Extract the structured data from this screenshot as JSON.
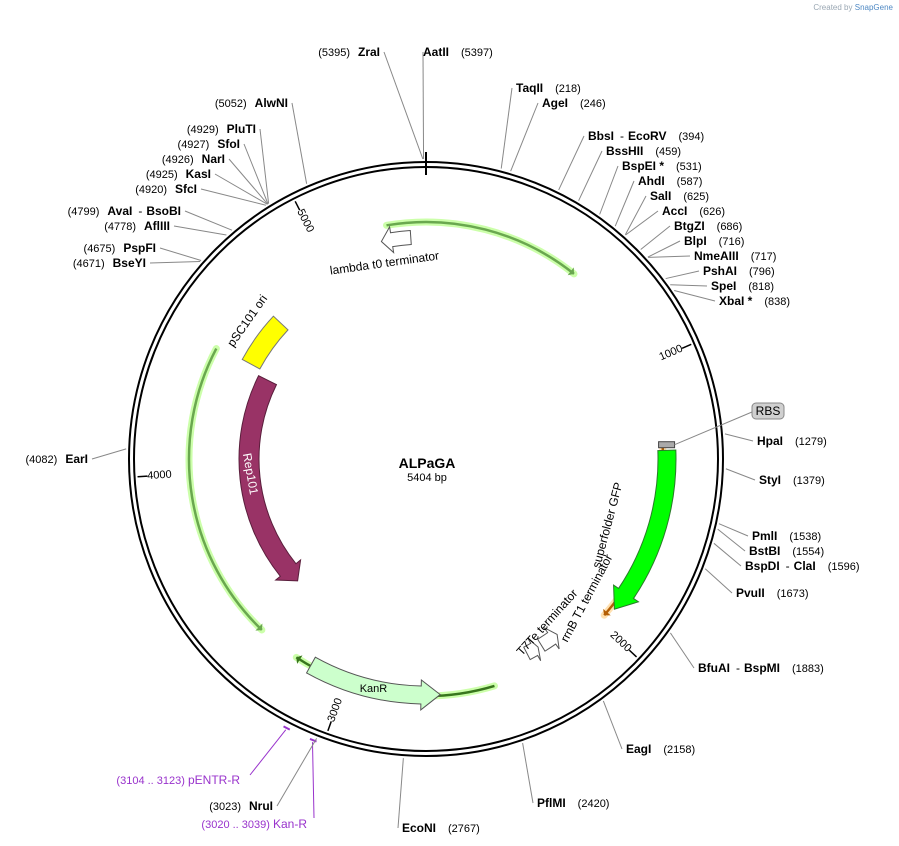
{
  "watermark": {
    "prefix": "Created by",
    "brand": "SnapGene"
  },
  "plasmid": {
    "name": "ALPaGA",
    "length_label": "5404 bp",
    "length": 5404
  },
  "ticks": [
    {
      "pos": 1000,
      "label": "1000"
    },
    {
      "pos": 2000,
      "label": "2000"
    },
    {
      "pos": 3000,
      "label": "3000"
    },
    {
      "pos": 4000,
      "label": "4000"
    },
    {
      "pos": 5000,
      "label": "5000"
    }
  ],
  "features": [
    {
      "name": "lambda t0 terminator",
      "start": 5230,
      "end": 5345,
      "color": "#ffffff",
      "type": "terminator"
    },
    {
      "name": "pSC101 ori",
      "start": 4480,
      "end": 4700,
      "color": "#ffff00",
      "type": "box"
    },
    {
      "name": "Rep101",
      "start": 3400,
      "end": 4450,
      "color": "#993366",
      "type": "arrow_ccw"
    },
    {
      "name": "KanR",
      "start": 2650,
      "end": 3140,
      "color": "#ccffcc",
      "type": "arrow_ccw_dir"
    },
    {
      "name": "superfolder GFP",
      "start": 1320,
      "end": 1930,
      "color": "#00ff00",
      "type": "arrow_cw"
    },
    {
      "name": "RBS",
      "start": 1300,
      "end": 1320,
      "color": "#aaaaaa",
      "type": "rbs"
    },
    {
      "name": "rrnB T1 terminator",
      "start": 2150,
      "end": 2225,
      "color": "#ffffff",
      "type": "terminator"
    },
    {
      "name": "T7Te terminator",
      "start": 2240,
      "end": 2290,
      "color": "#ffffff",
      "type": "terminator"
    }
  ],
  "orfs": [
    {
      "start": 4470,
      "end": 3360,
      "color": "#6aa84f",
      "glow": "#ccffaa"
    },
    {
      "start": 5260,
      "end": 580,
      "color": "#6aa84f",
      "glow": "#ccffaa"
    },
    {
      "start": 2450,
      "end": 3200,
      "color": "#38761d",
      "glow": "#ccffaa"
    },
    {
      "start": 1300,
      "end": 1970,
      "color": "#b45f06",
      "glow": "#ffe0b0"
    }
  ],
  "primers": [
    {
      "name": "pENTR-R",
      "range": "(3104 .. 3123)",
      "pos": 3113
    },
    {
      "name": "Kan-R",
      "range": "(3020 .. 3039)",
      "pos": 3030
    }
  ],
  "sites": [
    {
      "name": "AatII",
      "pos": "(5397)"
    },
    {
      "name": "ZraI",
      "pos": "(5395)"
    },
    {
      "name": "TaqII",
      "pos": "(218)"
    },
    {
      "name": "AgeI",
      "pos": "(246)"
    },
    {
      "name": "BbsI",
      "extra": "EcoRV",
      "pos": "(394)"
    },
    {
      "name": "BssHII",
      "pos": "(459)"
    },
    {
      "name": "BspEI *",
      "pos": "(531)"
    },
    {
      "name": "AhdI",
      "pos": "(587)"
    },
    {
      "name": "SalI",
      "pos": "(625)"
    },
    {
      "name": "AccI",
      "pos": "(626)"
    },
    {
      "name": "BtgZI",
      "pos": "(686)"
    },
    {
      "name": "BlpI",
      "pos": "(716)"
    },
    {
      "name": "NmeAIII",
      "pos": "(717)"
    },
    {
      "name": "PshAI",
      "pos": "(796)"
    },
    {
      "name": "SpeI",
      "pos": "(818)"
    },
    {
      "name": "XbaI *",
      "pos": "(838)"
    },
    {
      "name": "HpaI",
      "pos": "(1279)"
    },
    {
      "name": "StyI",
      "pos": "(1379)"
    },
    {
      "name": "PmlI",
      "pos": "(1538)"
    },
    {
      "name": "BstBI",
      "pos": "(1554)"
    },
    {
      "name": "BspDI",
      "extra": "ClaI",
      "pos": "(1596)"
    },
    {
      "name": "PvuII",
      "pos": "(1673)"
    },
    {
      "name": "BfuAI",
      "extra": "BspMI",
      "pos": "(1883)"
    },
    {
      "name": "EagI",
      "pos": "(2158)"
    },
    {
      "name": "PflMI",
      "pos": "(2420)"
    },
    {
      "name": "EcoNI",
      "pos": "(2767)"
    },
    {
      "name": "NruI",
      "pos": "(3023)"
    },
    {
      "name": "EarI",
      "pos": "(4082)"
    },
    {
      "name": "BseYI",
      "pos": "(4671)"
    },
    {
      "name": "PspFI",
      "pos": "(4675)"
    },
    {
      "name": "AflIII",
      "pos": "(4778)"
    },
    {
      "name": "AvaI",
      "extra": "BsoBI",
      "pos": "(4799)"
    },
    {
      "name": "SfcI",
      "pos": "(4920)"
    },
    {
      "name": "KasI",
      "pos": "(4925)"
    },
    {
      "name": "NarI",
      "pos": "(4926)"
    },
    {
      "name": "SfoI",
      "pos": "(4927)"
    },
    {
      "name": "PluTI",
      "pos": "(4929)"
    },
    {
      "name": "AlwNI",
      "pos": "(5052)"
    }
  ],
  "colors": {
    "backbone": "#000000",
    "primer": "#9933cc",
    "leader": "#888888"
  }
}
